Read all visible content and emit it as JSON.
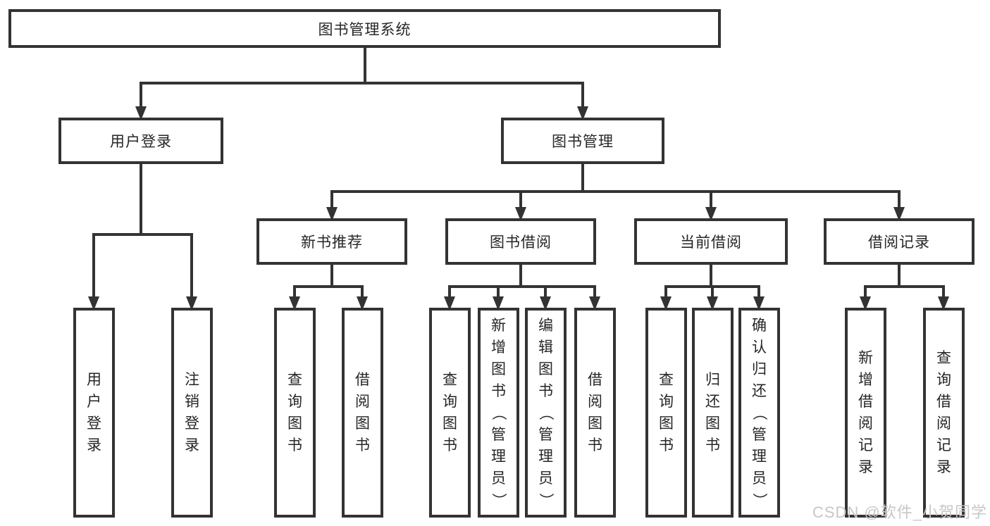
{
  "diagram_title": "图书管理系统",
  "nodes": [
    {
      "id": "root",
      "label": "图书管理系统",
      "orient": "h",
      "level": 1
    },
    {
      "id": "user-login",
      "label": "用户登录",
      "orient": "h",
      "level": 2
    },
    {
      "id": "book-mgmt",
      "label": "图书管理",
      "orient": "h",
      "level": 2
    },
    {
      "id": "new-books",
      "label": "新书推荐",
      "orient": "h",
      "level": 3
    },
    {
      "id": "book-borrow",
      "label": "图书借阅",
      "orient": "h",
      "level": 3
    },
    {
      "id": "current-borrow",
      "label": "当前借阅",
      "orient": "h",
      "level": 3
    },
    {
      "id": "borrow-records",
      "label": "借阅记录",
      "orient": "h",
      "level": 3
    },
    {
      "id": "leaf-user-login",
      "label": "用户登录",
      "orient": "v",
      "level": 4,
      "parent": "user-login"
    },
    {
      "id": "leaf-logout",
      "label": "注销登录",
      "orient": "v",
      "level": 4,
      "parent": "user-login"
    },
    {
      "id": "leaf-query-books-1",
      "label": "查询图书",
      "orient": "v",
      "level": 4,
      "parent": "new-books"
    },
    {
      "id": "leaf-borrow-books-1",
      "label": "借阅图书",
      "orient": "v",
      "level": 4,
      "parent": "new-books"
    },
    {
      "id": "leaf-query-books-2",
      "label": "查询图书",
      "orient": "v",
      "level": 4,
      "parent": "book-borrow"
    },
    {
      "id": "leaf-add-books",
      "label": "新增图书（管理员）",
      "orient": "v",
      "level": 4,
      "parent": "book-borrow"
    },
    {
      "id": "leaf-edit-books",
      "label": "编辑图书（管理员）",
      "orient": "v",
      "level": 4,
      "parent": "book-borrow"
    },
    {
      "id": "leaf-borrow-books-2",
      "label": "借阅图书",
      "orient": "v",
      "level": 4,
      "parent": "book-borrow"
    },
    {
      "id": "leaf-query-books-3",
      "label": "查询图书",
      "orient": "v",
      "level": 4,
      "parent": "current-borrow"
    },
    {
      "id": "leaf-return-books",
      "label": "归还图书",
      "orient": "v",
      "level": 4,
      "parent": "current-borrow"
    },
    {
      "id": "leaf-confirm-return",
      "label": "确认归还（管理员）",
      "orient": "v",
      "level": 4,
      "parent": "current-borrow"
    },
    {
      "id": "leaf-add-borrow-record",
      "label": "新增借阅记录",
      "orient": "v",
      "level": 4,
      "parent": "borrow-records"
    },
    {
      "id": "leaf-query-borrow-record",
      "label": "查询借阅记录",
      "orient": "v",
      "level": 4,
      "parent": "borrow-records"
    }
  ],
  "watermark": "CSDN @软件_小贺同学",
  "colors": {
    "line": "#333333",
    "text": "#262626",
    "background": "#ffffff",
    "watermark": "#c7c7c7"
  }
}
